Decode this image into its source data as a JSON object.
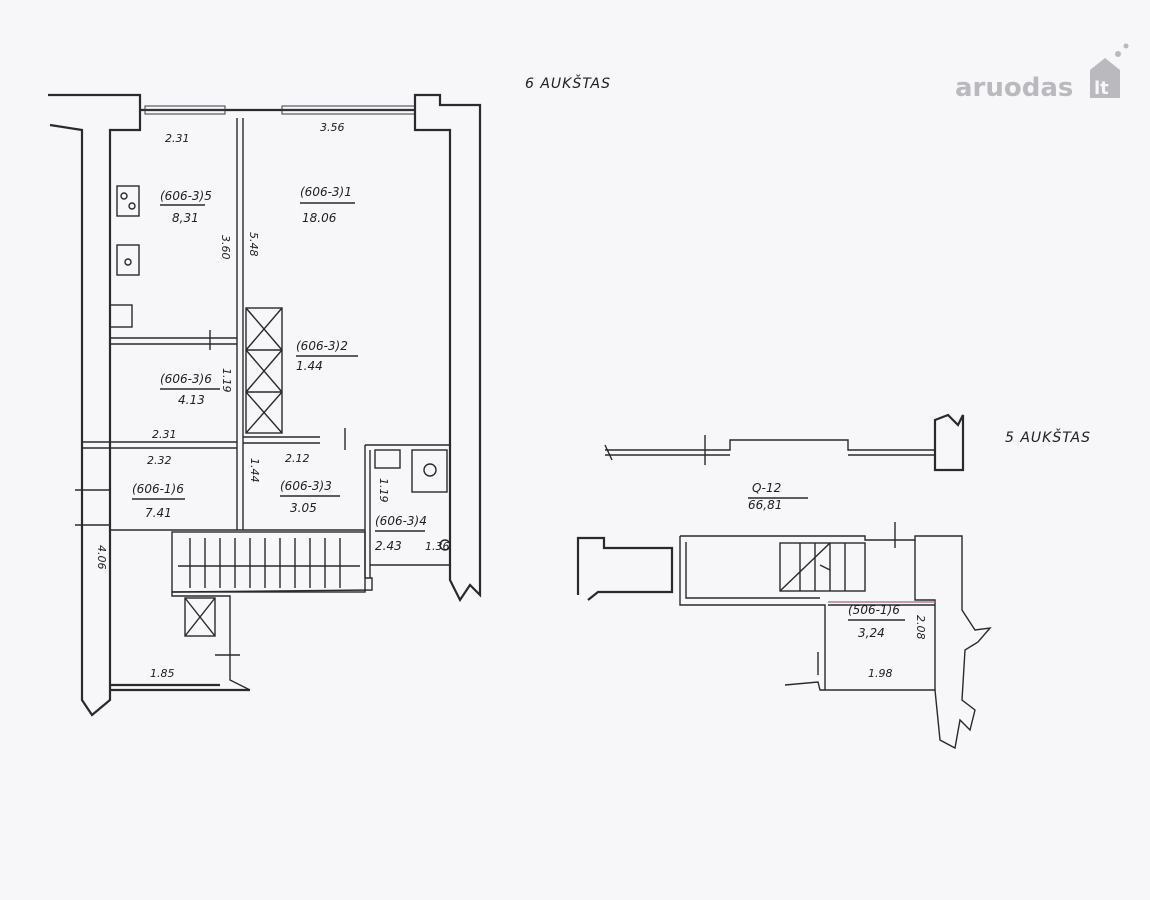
{
  "watermark": {
    "brand": "aruodas",
    "suffix": "lt"
  },
  "floors": {
    "upper": {
      "title": "6 AUKŠTAS",
      "rooms": [
        {
          "code": "(606-3)5",
          "area": "8,31"
        },
        {
          "code": "(606-3)1",
          "area": "18.06"
        },
        {
          "code": "(606-3)2",
          "area": "1.44"
        },
        {
          "code": "(606-3)6",
          "area": "4.13"
        },
        {
          "code": "(606-1)6",
          "area": "7.41"
        },
        {
          "code": "(606-3)3",
          "area": "3.05"
        },
        {
          "code": "(606-3)4",
          "area": "2.43"
        }
      ],
      "dimensions": [
        "2.31",
        "3.56",
        "3.60",
        "5.48",
        "1.19",
        "2.31",
        "2.32",
        "2.12",
        "1.44",
        "1.19",
        "1.36",
        "4.06",
        "1.85"
      ]
    },
    "lower": {
      "title": "5 AUKŠTAS",
      "corridor": {
        "code": "Q-12",
        "area": "66,81"
      },
      "rooms": [
        {
          "code": "(506-1)6",
          "area": "3,24"
        }
      ],
      "dimensions": [
        "2.08",
        "1.98"
      ]
    }
  }
}
